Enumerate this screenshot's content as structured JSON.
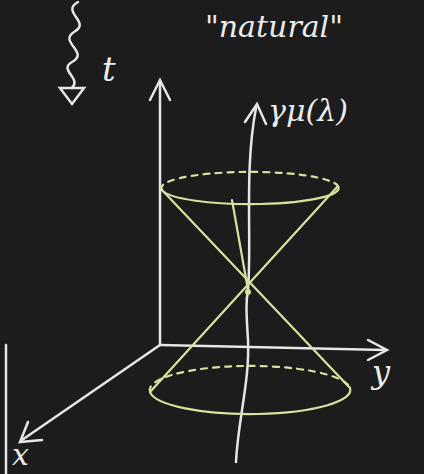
{
  "diagram": {
    "labels": [
      "\"natural\"",
      "t",
      "γμ(λ)",
      "y",
      "x"
    ]
  }
}
